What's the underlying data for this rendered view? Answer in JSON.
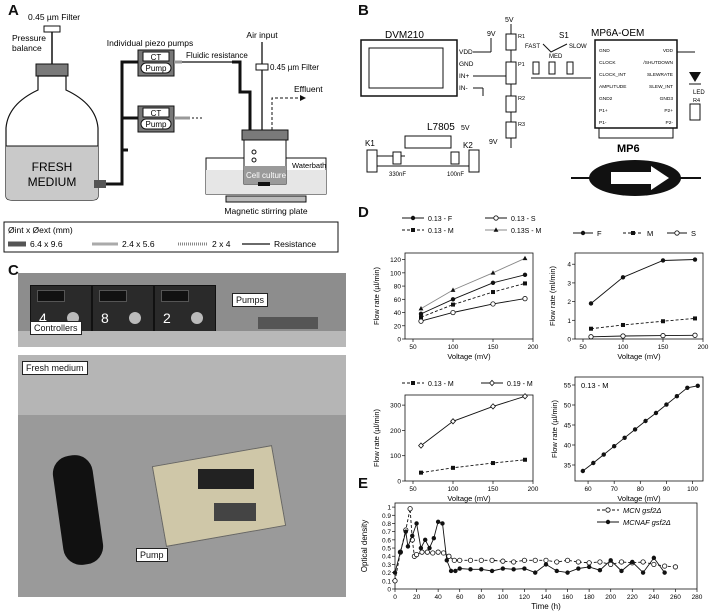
{
  "panels": {
    "A": "A",
    "B": "B",
    "C": "C",
    "D": "D",
    "E": "E"
  },
  "panelA": {
    "filter_top": "0.45 µm Filter",
    "pressure": "Pressure",
    "balance": "balance",
    "fresh": "FRESH",
    "medium": "MEDIUM",
    "individual_pumps": "Individual piezo pumps",
    "ct1": "CT",
    "pump1": "Pump",
    "ct2": "CT",
    "pump2": "Pump",
    "fluidic": "Fluidic resistance",
    "air_input": "Air input",
    "filter_right": "0.45 µm Filter",
    "effluent": "Effluent",
    "cell_culture": "Cell culture",
    "waterbath": "Waterbath",
    "stirring": "Magnetic stirring plate",
    "legend_title": "Øint x Øext (mm)",
    "legend": [
      {
        "label": "6.4 x 9.6"
      },
      {
        "label": "2.4 x 5.6"
      },
      {
        "label": "2 x 4"
      },
      {
        "label": "Resistance"
      }
    ]
  },
  "panelB": {
    "dvm": "DVM210",
    "vdd": "VDD",
    "gnd": "GND",
    "inp": "IN+",
    "inm": "IN-",
    "v9a": "9V",
    "v5a": "5V",
    "s1": "S1",
    "fast": "FAST",
    "slow": "SLOW",
    "med": "MED",
    "mp6a": "MP6A-OEM",
    "l7805": "L7805",
    "k1": "K1",
    "k2": "K2",
    "v5b": "5V",
    "v9b": "9V",
    "mp6": "MP6",
    "led": "LED",
    "c330": "330nF",
    "c100": "100nF",
    "r1": "R1",
    "p1": "P1",
    "r2": "R2",
    "r3": "R3",
    "r4": "R4",
    "chip_left": [
      "GND",
      "CLOCK",
      "CLOCK_INT",
      "AMPLITUDE",
      "GND2",
      "P1+",
      "P1-"
    ],
    "chip_right": [
      "VDD",
      "/SHUTDOWN",
      "SLEWRATE",
      "SLEW_INT",
      "GND3",
      "P2+",
      "P2-"
    ]
  },
  "panelC": {
    "pumps": "Pumps",
    "controllers": "Controllers",
    "fresh": "Fresh medium",
    "pump": "Pump",
    "display_values": [
      "4",
      "8",
      "2"
    ]
  },
  "chart_data": [
    {
      "type": "line",
      "id": "D1",
      "xlabel": "Voltage (mV)",
      "ylabel": "Flow rate (µl/min)",
      "xlim": [
        40,
        200
      ],
      "ylim": [
        0,
        130
      ],
      "xticks": [
        50,
        100,
        150,
        200
      ],
      "yticks": [
        0,
        20,
        40,
        60,
        80,
        100,
        120
      ],
      "series": [
        {
          "name": "0.13 - F",
          "x": [
            60,
            100,
            150,
            190
          ],
          "values": [
            38,
            60,
            85,
            97
          ]
        },
        {
          "name": "0.13 - S",
          "x": [
            60,
            100,
            150,
            190
          ],
          "values": [
            27,
            40,
            53,
            61
          ]
        },
        {
          "name": "0.13 - M",
          "x": [
            60,
            100,
            150,
            190
          ],
          "values": [
            33,
            52,
            71,
            84
          ]
        },
        {
          "name": "0.13S - M",
          "x": [
            60,
            100,
            150,
            190
          ],
          "values": [
            46,
            74,
            100,
            122
          ]
        }
      ]
    },
    {
      "type": "line",
      "id": "D2",
      "xlabel": "Voltage (mV)",
      "ylabel": "Flow rate (ml/min)",
      "xlim": [
        40,
        200
      ],
      "ylim": [
        0,
        4.6
      ],
      "xticks": [
        50,
        100,
        150,
        200
      ],
      "yticks": [
        0,
        1,
        2,
        3,
        4
      ],
      "series": [
        {
          "name": "F",
          "x": [
            60,
            100,
            150,
            190
          ],
          "values": [
            1.9,
            3.3,
            4.2,
            4.25
          ]
        },
        {
          "name": "M",
          "x": [
            60,
            100,
            150,
            190
          ],
          "values": [
            0.55,
            0.75,
            0.95,
            1.1
          ]
        },
        {
          "name": "S",
          "x": [
            60,
            100,
            150,
            190
          ],
          "values": [
            0.12,
            0.16,
            0.18,
            0.2
          ]
        }
      ]
    },
    {
      "type": "line",
      "id": "D3",
      "xlabel": "Voltage (mV)",
      "ylabel": "Flow rate (µl/min)",
      "xlim": [
        40,
        200
      ],
      "ylim": [
        0,
        340
      ],
      "xticks": [
        50,
        100,
        150,
        200
      ],
      "yticks": [
        0,
        100,
        200,
        300
      ],
      "series": [
        {
          "name": "0.13 - M",
          "x": [
            60,
            100,
            150,
            190
          ],
          "values": [
            33,
            52,
            71,
            84
          ]
        },
        {
          "name": "0.19 - M",
          "x": [
            60,
            100,
            150,
            190
          ],
          "values": [
            140,
            236,
            295,
            335
          ]
        }
      ]
    },
    {
      "type": "line",
      "id": "D4",
      "xlabel": "Voltage (mV)",
      "ylabel": "Flow rate (µl/min)",
      "annotation": "0.13 - M",
      "xlim": [
        55,
        104
      ],
      "ylim": [
        31,
        57
      ],
      "xticks": [
        60,
        70,
        80,
        90,
        100
      ],
      "yticks": [
        35,
        40,
        45,
        50,
        55
      ],
      "series": [
        {
          "name": "0.13 - M",
          "x": [
            58,
            62,
            66,
            70,
            74,
            78,
            82,
            86,
            90,
            94,
            98,
            102
          ],
          "values": [
            33.5,
            35.5,
            37.6,
            39.7,
            41.8,
            43.9,
            46,
            48,
            50.1,
            52.2,
            54.3,
            54.8
          ]
        }
      ]
    },
    {
      "type": "line",
      "id": "E",
      "xlabel": "Time (h)",
      "ylabel": "Optical density",
      "xlim": [
        0,
        280
      ],
      "ylim": [
        0,
        1.05
      ],
      "xticks": [
        0,
        20,
        40,
        60,
        80,
        100,
        120,
        140,
        160,
        180,
        200,
        220,
        240,
        260,
        280
      ],
      "yticks": [
        0,
        0.1,
        0.2,
        0.3,
        0.4,
        0.5,
        0.6,
        0.7,
        0.8,
        0.9,
        1.0
      ],
      "series": [
        {
          "name": "MCN gsf2Δ",
          "x": [
            0,
            5,
            10,
            14,
            16,
            18,
            20,
            25,
            30,
            35,
            40,
            45,
            50,
            55,
            60,
            70,
            80,
            90,
            100,
            110,
            120,
            130,
            140,
            150,
            160,
            170,
            180,
            190,
            200,
            210,
            220,
            230,
            240,
            250,
            260
          ],
          "values": [
            0.1,
            0.45,
            0.72,
            0.98,
            0.6,
            0.4,
            0.42,
            0.45,
            0.45,
            0.44,
            0.45,
            0.44,
            0.4,
            0.35,
            0.35,
            0.35,
            0.35,
            0.35,
            0.34,
            0.33,
            0.35,
            0.35,
            0.35,
            0.33,
            0.35,
            0.33,
            0.32,
            0.33,
            0.3,
            0.33,
            0.32,
            0.33,
            0.3,
            0.28,
            0.27
          ]
        },
        {
          "name": "MCNAF gsf2Δ",
          "x": [
            0,
            5,
            10,
            12,
            16,
            20,
            24,
            28,
            32,
            36,
            40,
            44,
            48,
            52,
            56,
            60,
            70,
            80,
            90,
            100,
            110,
            120,
            130,
            140,
            150,
            160,
            170,
            180,
            190,
            200,
            210,
            220,
            230,
            240,
            250
          ],
          "values": [
            0.2,
            0.45,
            0.7,
            0.52,
            0.65,
            0.8,
            0.5,
            0.6,
            0.5,
            0.62,
            0.82,
            0.8,
            0.35,
            0.22,
            0.22,
            0.25,
            0.24,
            0.24,
            0.22,
            0.25,
            0.24,
            0.25,
            0.2,
            0.3,
            0.22,
            0.2,
            0.25,
            0.27,
            0.23,
            0.35,
            0.22,
            0.33,
            0.2,
            0.38,
            0.2
          ]
        }
      ]
    }
  ]
}
